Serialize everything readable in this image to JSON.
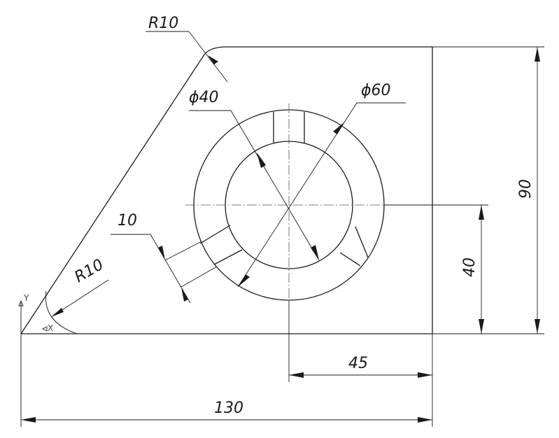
{
  "dimensions": {
    "r_top": "R10",
    "d_inner": "ϕ40",
    "d_outer": "ϕ60",
    "slot_width": "10",
    "r_bottom": "R10",
    "height_total": "90",
    "height_center": "40",
    "offset_center": "45",
    "width_total": "130"
  },
  "axes": {
    "y": "Y",
    "x": "X"
  }
}
